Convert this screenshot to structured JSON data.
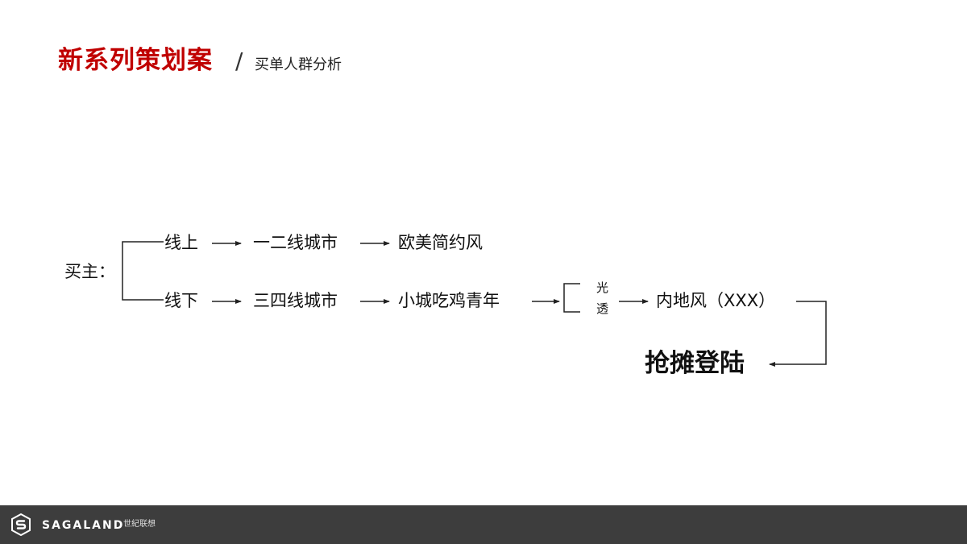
{
  "header": {
    "title": "新系列策划案",
    "slash": "/",
    "subtitle": "买单人群分析"
  },
  "diagram": {
    "root": "买主：",
    "online": {
      "channel": "线上",
      "city": "一二线城市",
      "style": "欧美简约风"
    },
    "offline": {
      "channel": "线下",
      "city": "三四线城市",
      "audience": "小城吃鸡青年",
      "bracket_top": "光",
      "bracket_bottom": "透",
      "style": "内地风（XXX）"
    },
    "result": "抢摊登陆"
  },
  "footer": {
    "brand": "SAGALAND",
    "brand_cn": "世紀联想",
    "background": "#3d3d3d"
  },
  "colors": {
    "title": "#c00000",
    "text": "#111111",
    "lines": "#222222"
  }
}
